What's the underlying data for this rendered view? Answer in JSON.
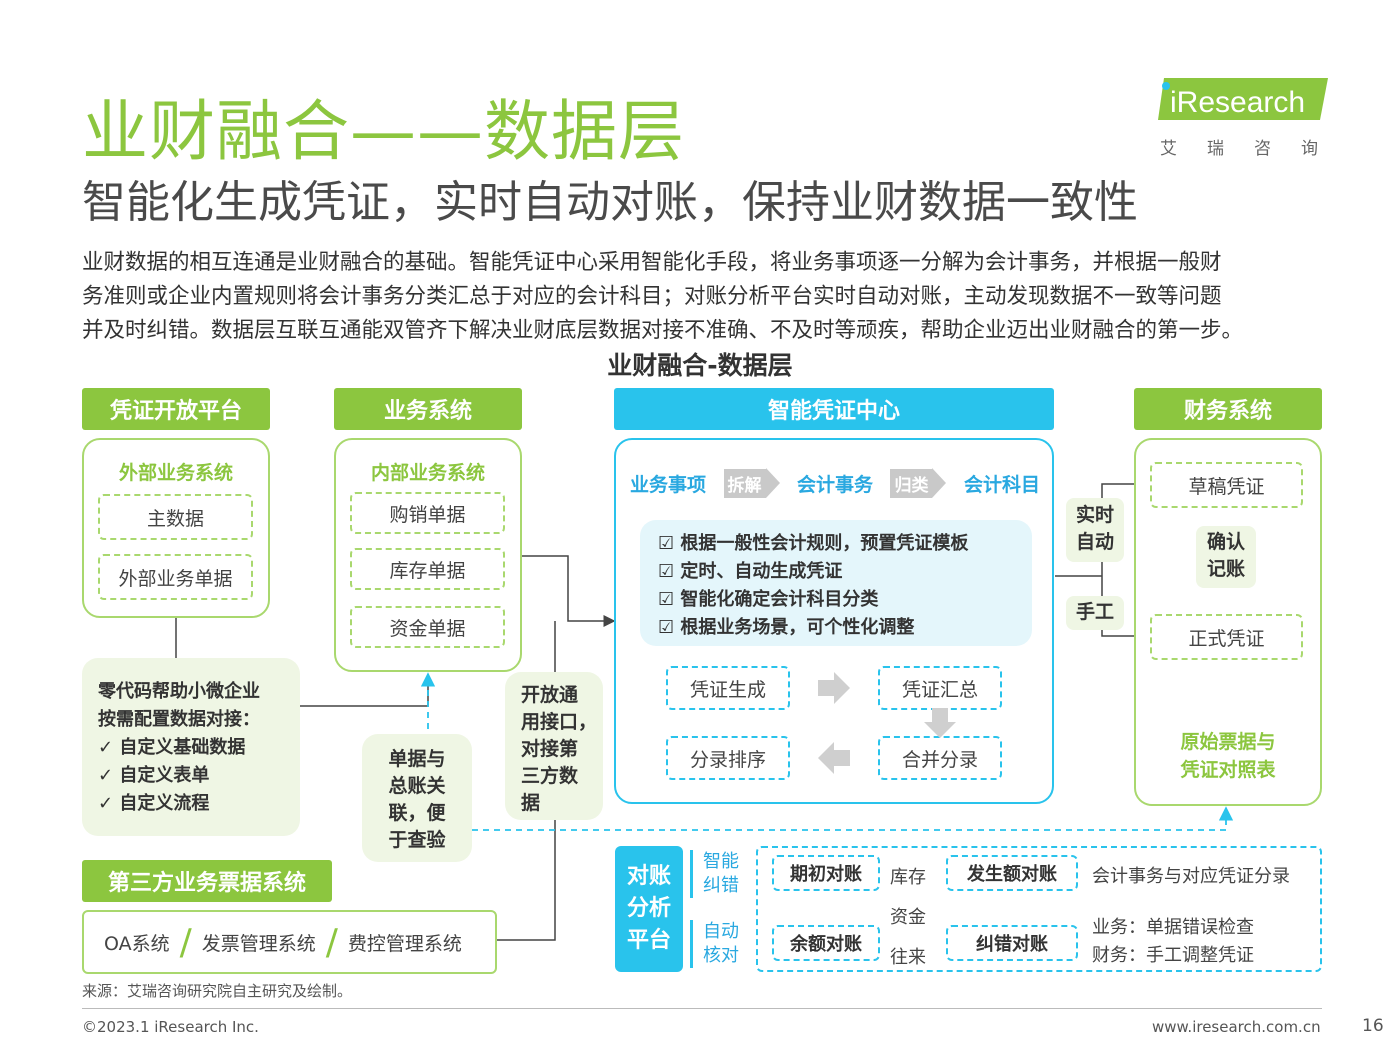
{
  "header": {
    "title": "业财融合——数据层",
    "subtitle": "智能化生成凭证，实时自动对账，保持业财数据一致性",
    "paragraph_lines": [
      "业财数据的相互连通是业财融合的基础。智能凭证中心采用智能化手段，将业务事项逐一分解为会计事务，并根据一般财",
      "务准则或企业内置规则将会计事务分类汇总于对应的会计科目；对账分析平台实时自动对账，主动发现数据不一致等问题",
      "并及时纠错。数据层互联互通能双管齐下解决业财底层数据对接不准确、不及时等顽疾，帮助企业迈出业财融合的第一步。"
    ]
  },
  "logo": {
    "text": "iResearch",
    "sub": "艾瑞咨询"
  },
  "diagram": {
    "title": "业财融合-数据层",
    "voucher_platform": {
      "header": "凭证开放平台",
      "label": "外部业务系统",
      "items": [
        "主数据",
        "外部业务单据"
      ]
    },
    "lowcode_note": {
      "lines": [
        "零代码帮助小微企业",
        "按需配置数据对接："
      ],
      "checks": [
        "自定义基础数据",
        "自定义表单",
        "自定义流程"
      ]
    },
    "third_party": {
      "header": "第三方业务票据系统",
      "items": [
        "OA系统",
        "发票管理系统",
        "费控管理系统"
      ]
    },
    "business_system": {
      "header": "业务系统",
      "label": "内部业务系统",
      "items": [
        "购销单据",
        "库存单据",
        "资金单据"
      ]
    },
    "doc_link_note": [
      "单据与",
      "总账关",
      "联，便",
      "于查验"
    ],
    "open_api_note": [
      "开放通",
      "用接口，",
      "对接第",
      "三方数",
      "据"
    ],
    "voucher_center": {
      "header": "智能凭证中心",
      "flow": [
        "业务事项",
        "拆解",
        "会计事务",
        "归类",
        "会计科目"
      ],
      "checks": [
        "根据一般性会计规则，预置凭证模板",
        "定时、自动生成凭证",
        "智能化确定会计科目分类",
        "根据业务场景，可个性化调整"
      ],
      "cycle": [
        "凭证生成",
        "凭证汇总",
        "合并分录",
        "分录排序"
      ]
    },
    "realtime_label": [
      "实时",
      "自动"
    ],
    "manual_label": "手工",
    "finance_system": {
      "header": "财务系统",
      "draft": "草稿凭证",
      "confirm": [
        "确认",
        "记账"
      ],
      "formal": "正式凭证",
      "table": [
        "原始票据与",
        "凭证对照表"
      ]
    },
    "reconcile": {
      "platform": [
        "对账",
        "分析",
        "平台"
      ],
      "smart": [
        "智能",
        "纠错"
      ],
      "auto": [
        "自动",
        "核对"
      ],
      "opening": "期初对账",
      "balance": "余额对账",
      "mid": [
        "库存",
        "资金",
        "往来"
      ],
      "amount": "发生额对账",
      "correction": "纠错对账",
      "amount_desc": "会计事务与对应凭证分录",
      "correction_desc": [
        "业务：单据错误检查",
        "财务：手工调整凭证"
      ]
    }
  },
  "source": "来源：艾瑞咨询研究院自主研究及绘制。",
  "footer": {
    "copyright": "©2023.1 iResearch Inc.",
    "url": "www.iresearch.com.cn",
    "page": "16"
  }
}
